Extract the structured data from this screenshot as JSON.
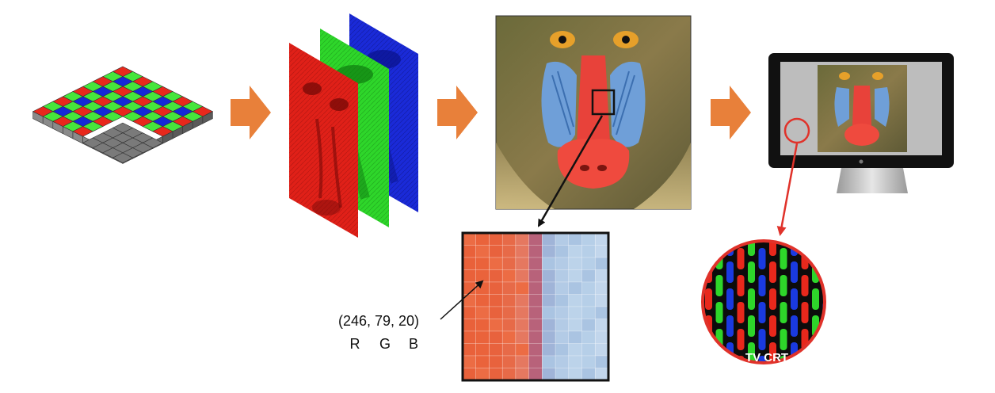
{
  "annotation": {
    "rgb_value": "(246, 79, 20)",
    "r_label": "R",
    "g_label": "G",
    "b_label": "B"
  },
  "monitor_zoom": {
    "label": "TV CRT"
  },
  "colors": {
    "arrow_orange": "#e8803a",
    "red_channel": "#e02018",
    "green_channel": "#2ed62a",
    "blue_channel": "#1a2ad8",
    "nose_red": "#e8423a",
    "cheek_blue": "#6f9fd8",
    "callout_red": "#e0322a"
  },
  "icons": [
    "bayer-sensor-icon",
    "rgb-channel-layers-icon",
    "mandrill-photo-icon",
    "monitor-icon",
    "crt-phosphor-zoom-icon"
  ]
}
